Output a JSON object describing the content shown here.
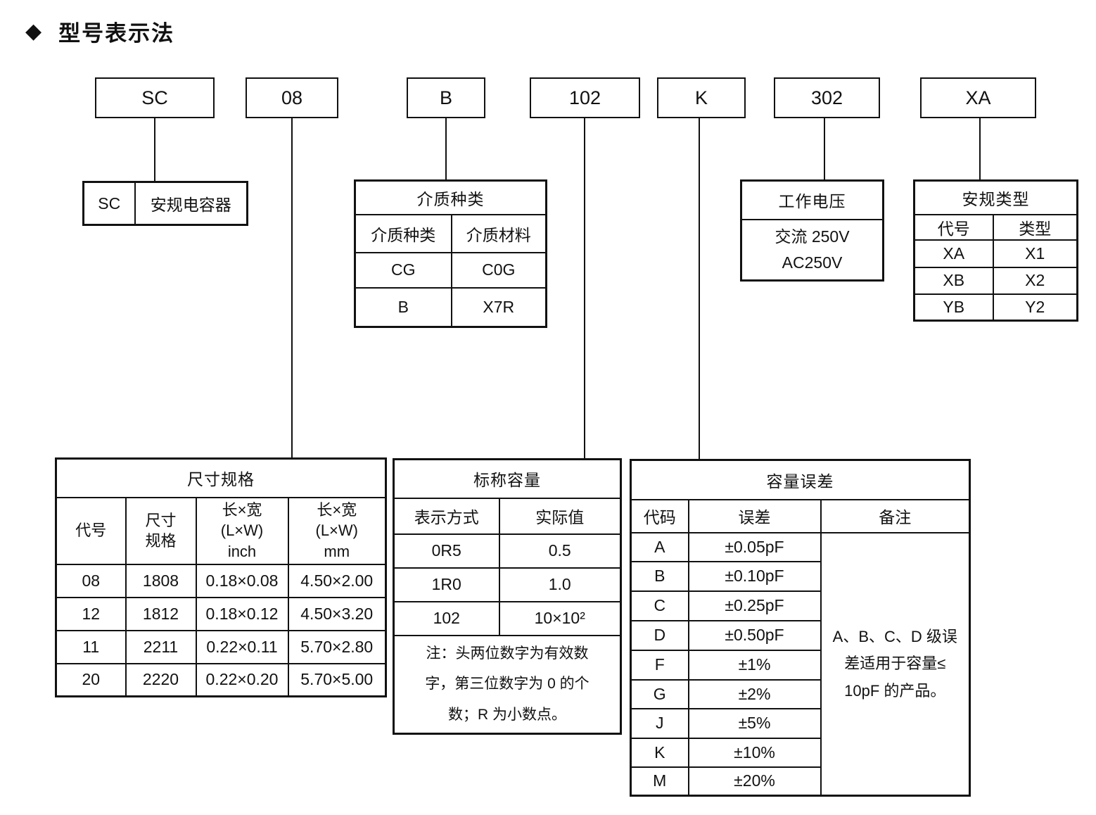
{
  "section": {
    "bullet": "◆",
    "title": "型号表示法"
  },
  "code_boxes": [
    {
      "code": "SC"
    },
    {
      "code": "08"
    },
    {
      "code": "B"
    },
    {
      "code": "102"
    },
    {
      "code": "K"
    },
    {
      "code": "302"
    },
    {
      "code": "XA"
    }
  ],
  "prefix_table": {
    "code": "SC",
    "meaning": "安规电容器"
  },
  "dielectric_table": {
    "title": "介质种类",
    "columns": [
      "介质种类",
      "介质材料"
    ],
    "rows": [
      [
        "CG",
        "C0G"
      ],
      [
        "B",
        "X7R"
      ]
    ]
  },
  "voltage_table": {
    "title": "工作电压",
    "value": "交流 250V\nAC250V"
  },
  "safety_type_table": {
    "title": "安规类型",
    "columns": [
      "代号",
      "类型"
    ],
    "rows": [
      [
        "XA",
        "X1"
      ],
      [
        "XB",
        "X2"
      ],
      [
        "YB",
        "Y2"
      ]
    ]
  },
  "size_table": {
    "title": "尺寸规格",
    "columns": [
      "代号",
      "尺寸\n规格",
      "长×宽\n(L×W)\ninch",
      "长×宽\n(L×W)\nmm"
    ],
    "rows": [
      [
        "08",
        "1808",
        "0.18×0.08",
        "4.50×2.00"
      ],
      [
        "12",
        "1812",
        "0.18×0.12",
        "4.50×3.20"
      ],
      [
        "11",
        "2211",
        "0.22×0.11",
        "5.70×2.80"
      ],
      [
        "20",
        "2220",
        "0.22×0.20",
        "5.70×5.00"
      ]
    ]
  },
  "capacity_table": {
    "title": "标称容量",
    "columns": [
      "表示方式",
      "实际值"
    ],
    "rows": [
      [
        "0R5",
        "0.5"
      ],
      [
        "1R0",
        "1.0"
      ],
      [
        "102",
        "10×10²"
      ]
    ],
    "note": "注：头两位数字为有效数\n字，第三位数字为 0 的个\n数；R 为小数点。"
  },
  "tolerance_table": {
    "title": "容量误差",
    "columns": [
      "代码",
      "误差",
      "备注"
    ],
    "rows": [
      [
        "A",
        "±0.05pF"
      ],
      [
        "B",
        "±0.10pF"
      ],
      [
        "C",
        "±0.25pF"
      ],
      [
        "D",
        "±0.50pF"
      ],
      [
        "F",
        "±1%"
      ],
      [
        "G",
        "±2%"
      ],
      [
        "J",
        "±5%"
      ],
      [
        "K",
        "±10%"
      ],
      [
        "M",
        "±20%"
      ]
    ],
    "remark": "A、B、C、D 级误\n差适用于容量≤\n10pF 的产品。"
  }
}
